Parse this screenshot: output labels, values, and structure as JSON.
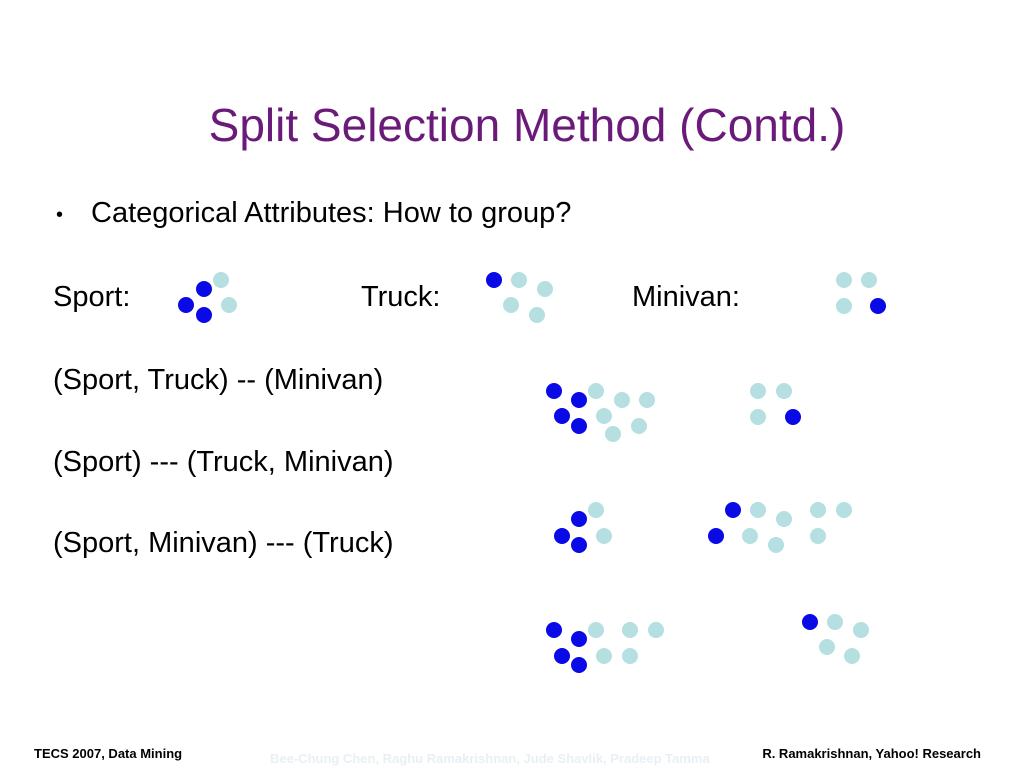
{
  "slide": {
    "title": "Split Selection Method (Contd.)",
    "bullet": "•",
    "bullet_text": "Categorical Attributes: How to group?"
  },
  "labels": {
    "sport": "Sport:",
    "truck": "Truck:",
    "minivan": "Minivan:"
  },
  "splits": [
    "(Sport, Truck) -- (Minivan)",
    "(Sport) --- (Truck, Minivan)",
    "(Sport, Minivan) --- (Truck)"
  ],
  "footer": {
    "left": "TECS 2007, Data Mining",
    "middle": "Bee-Chung Chen, Raghu Ramakrishnan, Jude Shavlik, Pradeep Tamma",
    "right": "R. Ramakrishnan, Yahoo! Research"
  },
  "colors": {
    "title": "#6a1b7a",
    "dark_dot": "#0a0ae6",
    "light_dot": "#b5dfe0"
  }
}
